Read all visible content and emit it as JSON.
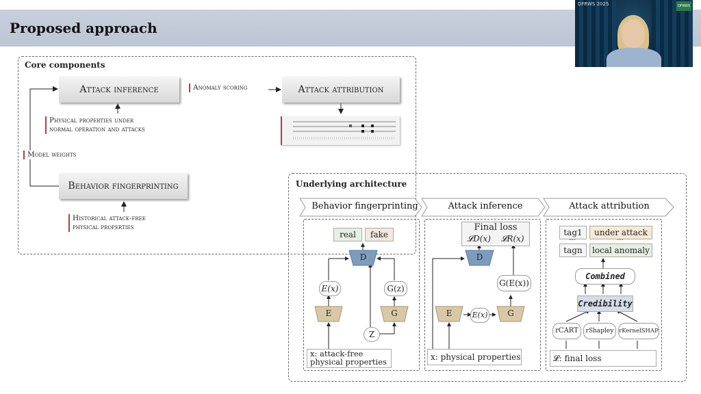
{
  "slide": {
    "title": "Proposed approach"
  },
  "video": {
    "logo_text": "DFRWS 2025",
    "badge_text": "DFRWS"
  },
  "core": {
    "title": "Core components",
    "attack_inference": "Attack inference",
    "attack_attribution": "Attack attribution",
    "behavior_fingerprinting": "Behavior fingerprinting",
    "anomaly_scoring": "Anomaly scoring",
    "physical_properties_line1": "Physical properties under",
    "physical_properties_line2": "normal operation and attacks",
    "model_weights": "Model weights",
    "historical_line1": "Historical attack-free",
    "historical_line2": "physical properties"
  },
  "arch": {
    "title": "Underlying architecture",
    "stages": [
      "Behavior fingerprinting",
      "Attack inference",
      "Attack attribution"
    ],
    "bf": {
      "real": "real",
      "fake": "fake",
      "D": "D",
      "E": "E",
      "G": "G",
      "Ex": "E(x)",
      "Gz": "G(z)",
      "Z": "Z",
      "input_line1": "x: attack-free",
      "input_line2": "physical properties"
    },
    "ai": {
      "final_loss": "Final loss",
      "LD": "𝓛D(x)",
      "LR": "𝓛R(x)",
      "D": "D",
      "E": "E",
      "G": "G",
      "Ex": "E(x)",
      "GEx": "G(E(x))",
      "input": "x: physical properties"
    },
    "aa": {
      "tag1": "tag1",
      "tagn": "tagn",
      "dots": "...",
      "under_attack": "under attack",
      "local_anomaly": "local anomaly",
      "combined": "Combined",
      "credibility": "Credibility",
      "r_cart": "rCART",
      "r_shapley": "rShapley",
      "r_kernelshap": "rKernelSHAP",
      "final_loss": "𝓛: final loss"
    }
  }
}
